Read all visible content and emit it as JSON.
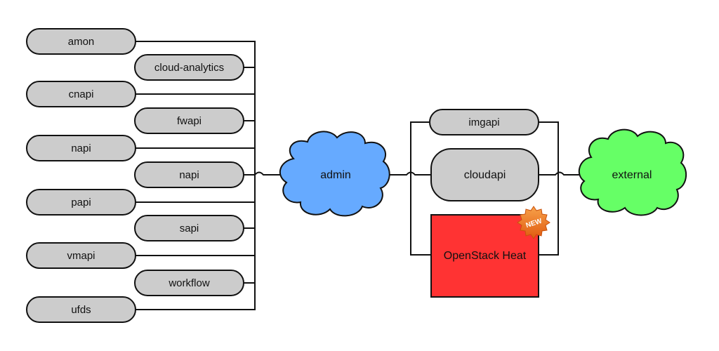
{
  "left_services": [
    {
      "label": "amon"
    },
    {
      "label": "cloud-analytics"
    },
    {
      "label": "cnapi"
    },
    {
      "label": "fwapi"
    },
    {
      "label": "napi"
    },
    {
      "label": "napi"
    },
    {
      "label": "papi"
    },
    {
      "label": "sapi"
    },
    {
      "label": "vmapi"
    },
    {
      "label": "workflow"
    },
    {
      "label": "ufds"
    }
  ],
  "admin_network": {
    "label": "admin",
    "color": "#66aaff"
  },
  "public_services": {
    "imgapi": "imgapi",
    "cloudapi": "cloudapi",
    "heat": "OpenStack Heat",
    "heat_color": "#ff3333",
    "badge": "NEW",
    "badge_color": "#f07a22"
  },
  "external_network": {
    "label": "external",
    "color": "#66ff66"
  },
  "node_fill": "#cccccc"
}
